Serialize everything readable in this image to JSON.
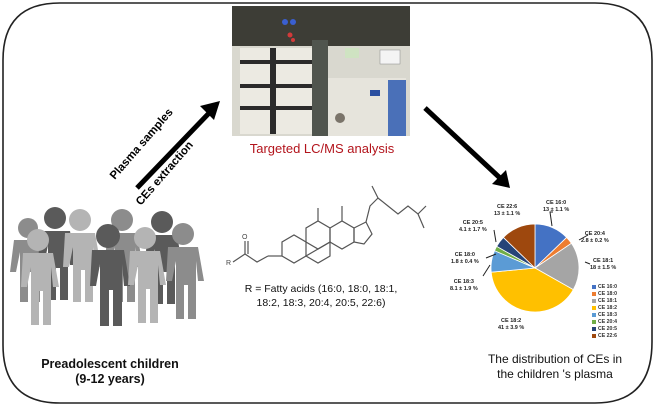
{
  "diagram": {
    "photo_caption": "Targeted LC/MS analysis",
    "arrow_label_top": "Plasma samples",
    "arrow_label_bottom": "CEs extraction",
    "structure_caption_line1": "R = Fatty acids (16:0, 18:0, 18:1,",
    "structure_caption_line2": "18:2, 18:3, 20:4, 20:5, 22:6)",
    "structure_r_label": "R",
    "structure_o_label": "O",
    "group_title_line1": "Preadolescent children",
    "group_title_line2": "(9-12 years)",
    "distribution_title_line1": "The distribution of CEs in",
    "distribution_title_line2": "the children 's plasma",
    "colors": {
      "caption_red": "#b3141c",
      "people_dark": "#5a5a5a",
      "people_mid": "#8c8c8c",
      "people_light": "#b4b4b4"
    }
  },
  "chart_data": {
    "type": "pie",
    "title": "The distribution of CEs in the children 's plasma",
    "legend_position": "right",
    "legend": [
      "CE 16:0",
      "CE 18:0",
      "CE 18:1",
      "CE 18:2",
      "CE 18:3",
      "CE 20:4",
      "CE 20:5",
      "CE 22:6"
    ],
    "slices": [
      {
        "name": "CE 16:0",
        "value": 13,
        "label": "13 ± 1.1 %",
        "color": "#4472c4"
      },
      {
        "name": "CE 20:4",
        "value": 2.8,
        "label": "2.8 ± 0.2 %",
        "color": "#ed7d31"
      },
      {
        "name": "CE 18:1",
        "value": 18,
        "label": "18 ± 1.5 %",
        "color": "#a5a5a5"
      },
      {
        "name": "CE 18:2",
        "value": 41,
        "label": "41 ± 3.9 %",
        "color": "#ffc000"
      },
      {
        "name": "CE 18:3",
        "value": 8.1,
        "label": "8.1 ± 1.9 %",
        "color": "#5b9bd5"
      },
      {
        "name": "CE 18:0",
        "value": 1.8,
        "label": "1.8 ± 0.4 %",
        "color": "#70ad47"
      },
      {
        "name": "CE 20:5",
        "value": 4.1,
        "label": "4.1 ± 1.7 %",
        "color": "#264478"
      },
      {
        "name": "CE 22:6",
        "value": 13,
        "label": "13 ± 1.1 %",
        "color": "#9e480e"
      }
    ],
    "legend_colors": [
      "#4472c4",
      "#ed7d31",
      "#a5a5a5",
      "#ffc000",
      "#5b9bd5",
      "#70ad47",
      "#264478",
      "#9e480e"
    ]
  }
}
